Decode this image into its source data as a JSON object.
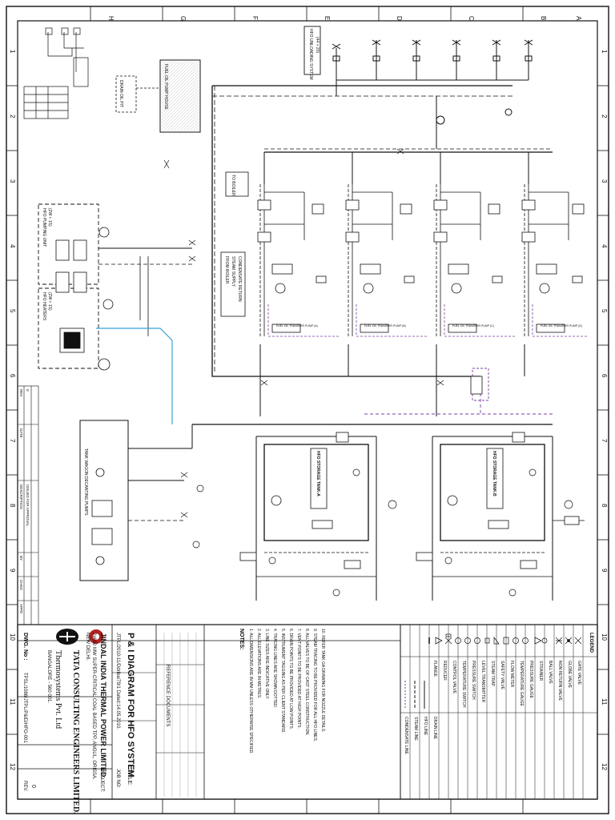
{
  "border": {
    "col_markers": [
      "A",
      "B",
      "C",
      "D",
      "E",
      "F",
      "G",
      "H"
    ],
    "row_markers": [
      "1",
      "2",
      "3",
      "4",
      "5",
      "6",
      "7",
      "8",
      "9",
      "10",
      "11",
      "12"
    ]
  },
  "title_block": {
    "title_label": "TITLE:",
    "title": "P & I DIAGRAM FOR HFO SYSTEM",
    "job_label": "JOB NO:",
    "job_no": "JTPL/2010-11/Ddriba/79/1 Dated:14.05.2010.",
    "project_label": "PROJECT:",
    "project": "JINDAL INDIA THERMAL POWER LIMITED.",
    "project_sub": "2x600 MW SUPER-CRITICAL COAL BASED TPP, ANGUL, ORISSA.",
    "city": "NEW DELHI.",
    "consultant": "TATA CONSULTING ENGINEERS LIMITED.",
    "contractor": "Thermosystems Pvt. Ltd",
    "contractor_city": "BANGALORE - 560 001.",
    "dwg_label": "DWG. No :",
    "dwg_no": "TPSL/1086/JTPL/P&ID/HFO-001",
    "rev_label": "REV.",
    "rev": "0",
    "reference": "REFERENCE DOCUMENTS"
  },
  "equipment": {
    "tank_a": "HFO STORAGE TANK-A",
    "tank_b": "HFO STORAGE TANK-B",
    "pump_house": "FUEL OIL PUMP HOUSE",
    "drain_pit": "DRAIN OIL PIT",
    "unloading": "HFO UNLOADING SYSTEM",
    "unloading_capacity": "(44 + 20)",
    "pumping_unit": "HFO PUMPING UNIT",
    "pumping_unit_sub": "(2W + 1S)",
    "heaters": "HFO HEATERS",
    "heaters_sub": "(2W + 1S)",
    "decanting": "TANK WAGON DECANTING PUMPS",
    "to_boiler": "TO BOILER",
    "from_boiler": "FROM BOILER",
    "steam_supply": "STEAM SUPPLY",
    "condensate": "CONDENSATE RETURN"
  },
  "pump_skids": {
    "a": "FUEL OIL TRANSFER PUMP (A)",
    "b": "FUEL OIL TRANSFER PUMP (B)",
    "c": "FUEL OIL TRANSFER PUMP (C)",
    "d": "FUEL OIL TRANSFER PUMP (D)"
  },
  "notes": {
    "heading": "NOTES:",
    "lines": [
      "1. ALL DIMENSIONS ARE IN MM UNLESS OTHERWISE SPECIFIED.",
      "2. ALL ELEVATIONS ARE IN METRES.",
      "3. LINE SIZES ARE INDICATIVE ONLY.",
      "4. TRACING LINES ARE SHOWN DOTTED.",
      "5. INSTRUMENT TAGGING AS PER CLIENT STANDARD.",
      "6. DRAIN POINTS TO BE PROVIDED AT LOW POINTS.",
      "7. VENT POINTS TO BE PROVIDED AT HIGH POINTS.",
      "8. ALL VALVES TO BE OF CAST STEEL CONSTRUCTION.",
      "9. STEAM TRACING TO BE PROVIDED FOR ALL HFO LINES.",
      "10. REFER TANK GA DRAWING FOR NOZZLE DETAILS."
    ]
  },
  "legend": {
    "heading": "LEGEND",
    "items": [
      "GATE VALVE",
      "GLOBE VALVE",
      "NON RETURN VALVE",
      "BALL VALVE",
      "STRAINER",
      "PRESSURE GAUGE",
      "TEMPERATURE GAUGE",
      "FLOW METER",
      "SAFETY VALVE",
      "STEAM TRAP",
      "LEVEL TRANSMITTER",
      "PRESSURE SWITCH",
      "TEMPERATURE SWITCH",
      "CONTROL VALVE",
      "REDUCER",
      "FLANGE",
      "HFO LINE",
      "STEAM LINE",
      "CONDENSATE LINE",
      "DRAIN LINE"
    ]
  },
  "revision_table": {
    "headers": [
      "REV",
      "DATE",
      "DESCRIPTION",
      "BY",
      "CHKD",
      "APPD"
    ],
    "rows": [
      [
        "0",
        "",
        "ISSUED FOR APPROVAL",
        "",
        "",
        ""
      ]
    ]
  },
  "colors": {
    "line": "#111111",
    "steam_trace": "#7b3fa0",
    "cooling_water": "#3b9fd6",
    "paper": "#ffffff"
  }
}
